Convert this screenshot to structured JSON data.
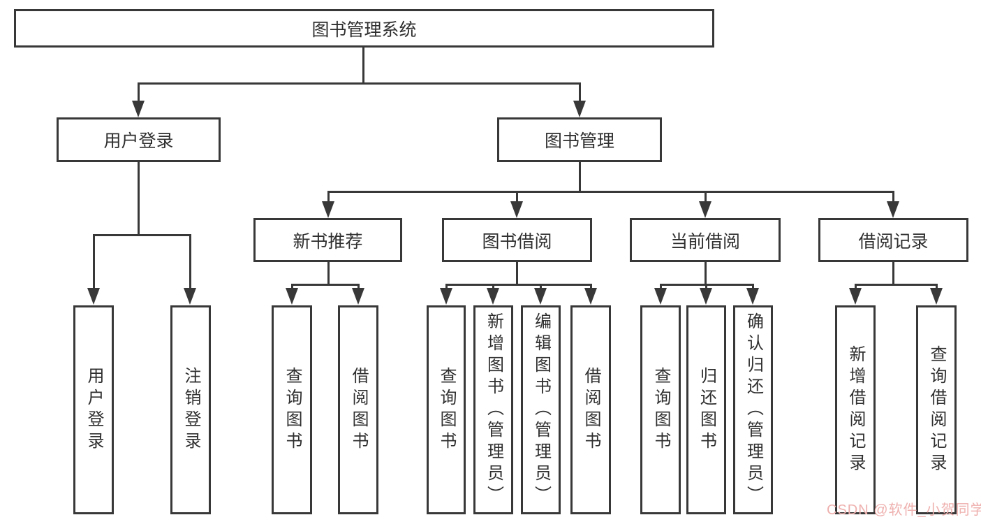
{
  "diagram": {
    "title": "图书管理系统",
    "nodes": {
      "root": "图书管理系统",
      "user_login": "用户登录",
      "book_mgmt": "图书管理",
      "new_book_rec": "新书推荐",
      "book_borrow": "图书借阅",
      "current_borrow": "当前借阅",
      "borrow_records": "借阅记录",
      "leaves": {
        "user_login": [
          "用户登录",
          "注销登录"
        ],
        "new_book_rec": [
          "查询图书",
          "借阅图书"
        ],
        "book_borrow": [
          "查询图书",
          "新增图书（管理员）",
          "编辑图书（管理员）",
          "借阅图书"
        ],
        "current_borrow": [
          "查询图书",
          "归还图书",
          "确认归还（管理员）"
        ],
        "borrow_records": [
          "新增借阅记录",
          "查询借阅记录"
        ]
      }
    }
  },
  "watermark": {
    "text": "CSDN @软件_小贺同学"
  },
  "colors": {
    "line": "#383838",
    "text": "#2f2f2f",
    "background": "#ffffff",
    "watermark": "#eeb0ae"
  }
}
